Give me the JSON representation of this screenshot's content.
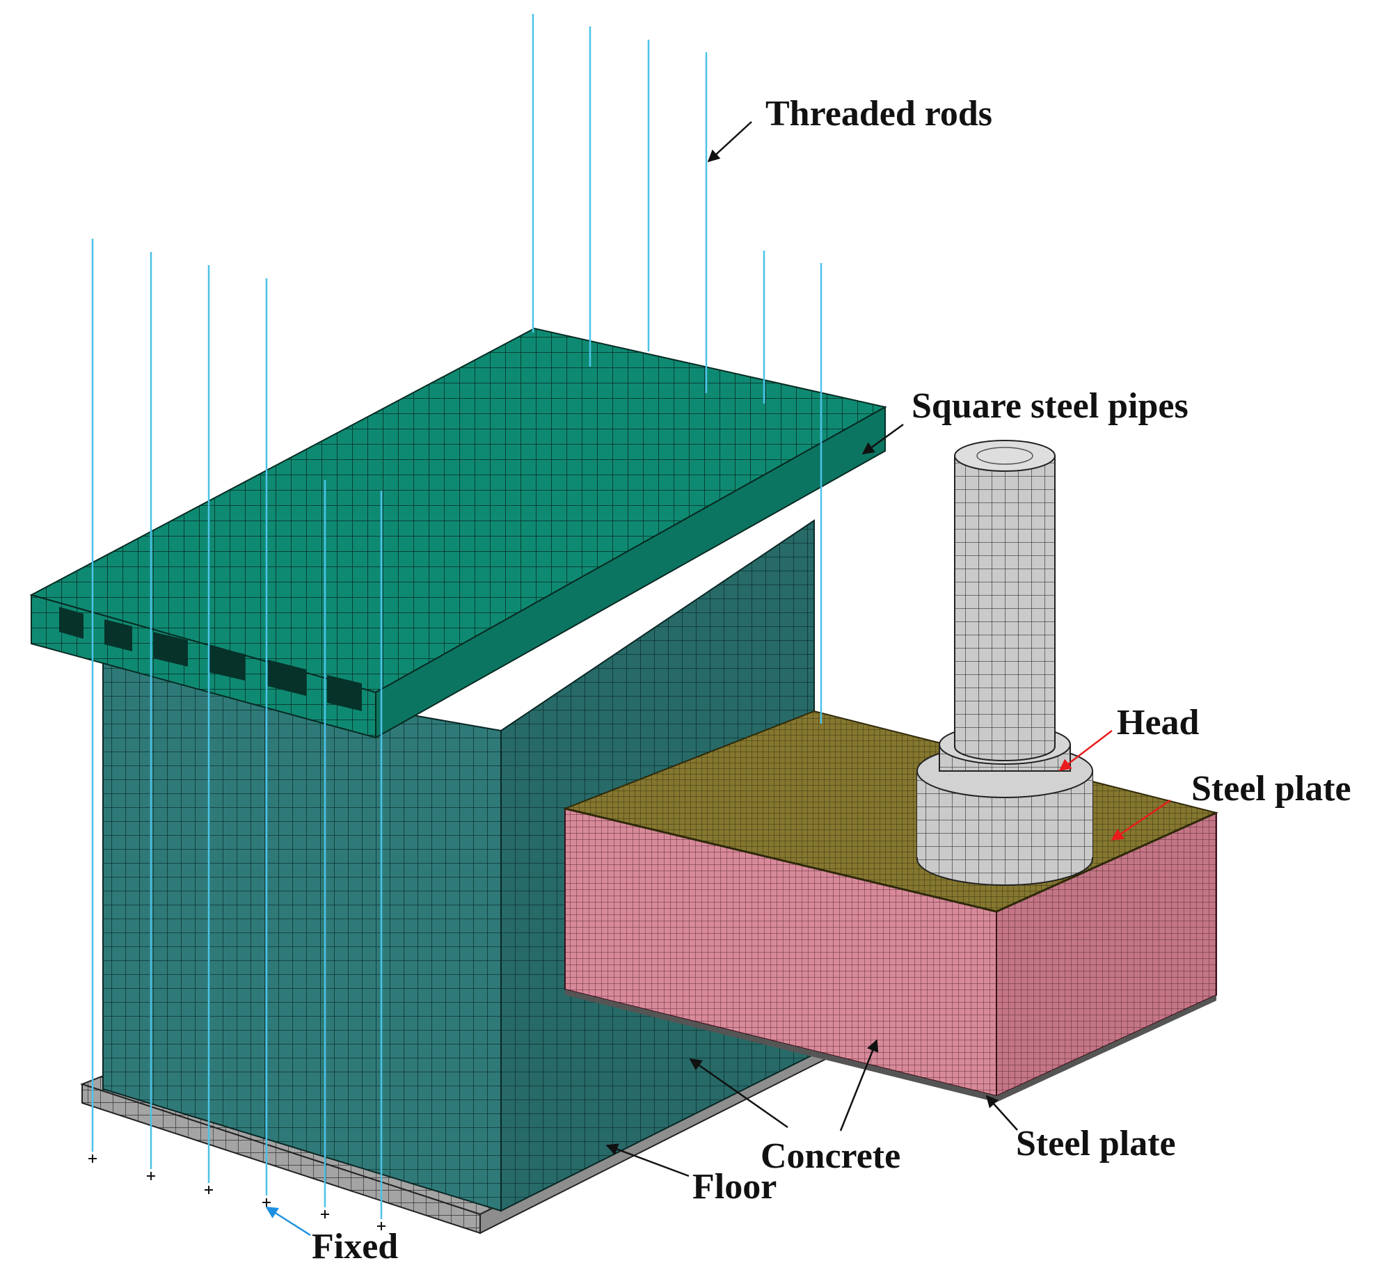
{
  "labels": {
    "threaded_rods": "Threaded rods",
    "square_steel_pipes": "Square steel pipes",
    "head": "Head",
    "steel_plate_top": "Steel plate",
    "steel_plate_bottom": "Steel plate",
    "concrete": "Concrete",
    "floor": "Floor",
    "fixed": "Fixed"
  },
  "colors": {
    "square_steel_pipes": "#0f8a72",
    "concrete_block": "#2f7a78",
    "specimen_concrete": "#d88a9a",
    "steel_plate_top": "#85772f",
    "floor": "#9a9a9a",
    "head_cylinder": "#c4c4c4",
    "threaded_rods": "#4cc3e8",
    "arrow_black": "#111111",
    "arrow_red": "#e81c1c",
    "arrow_blue": "#1e8fe0"
  }
}
